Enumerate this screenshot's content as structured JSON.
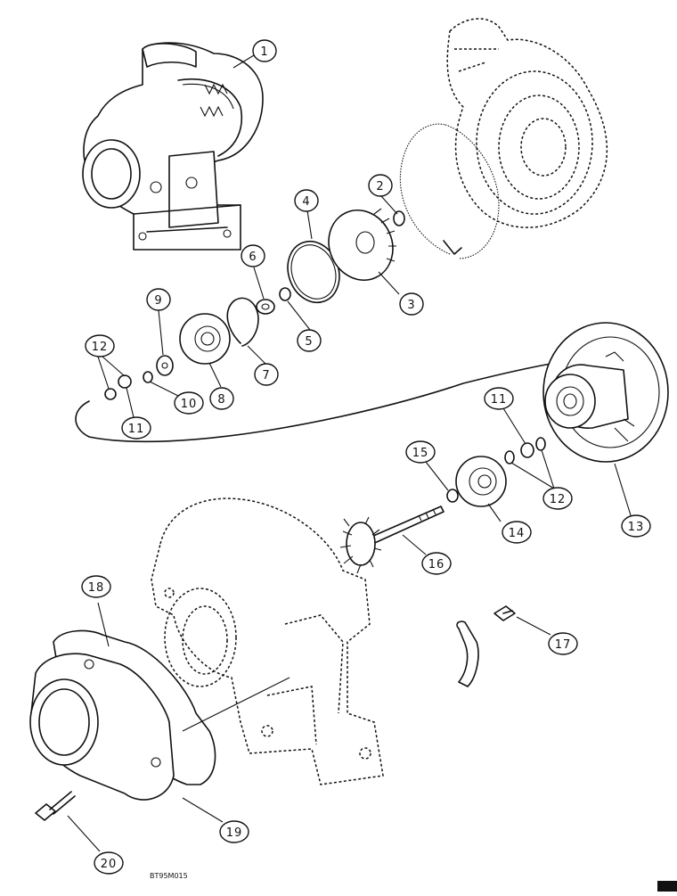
{
  "diagram": {
    "figure_code": "BT95M015",
    "callouts": [
      {
        "id": "c1",
        "label": "1"
      },
      {
        "id": "c2",
        "label": "2"
      },
      {
        "id": "c3",
        "label": "3"
      },
      {
        "id": "c4",
        "label": "4"
      },
      {
        "id": "c5",
        "label": "5"
      },
      {
        "id": "c6",
        "label": "6"
      },
      {
        "id": "c7",
        "label": "7"
      },
      {
        "id": "c8",
        "label": "8"
      },
      {
        "id": "c9",
        "label": "9"
      },
      {
        "id": "c10",
        "label": "10"
      },
      {
        "id": "c11a",
        "label": "11"
      },
      {
        "id": "c12a",
        "label": "12"
      },
      {
        "id": "c11b",
        "label": "11"
      },
      {
        "id": "c12b",
        "label": "12"
      },
      {
        "id": "c13",
        "label": "13"
      },
      {
        "id": "c14",
        "label": "14"
      },
      {
        "id": "c15",
        "label": "15"
      },
      {
        "id": "c16",
        "label": "16"
      },
      {
        "id": "c17",
        "label": "17"
      },
      {
        "id": "c18",
        "label": "18"
      },
      {
        "id": "c19",
        "label": "19"
      },
      {
        "id": "c20",
        "label": "20"
      }
    ]
  }
}
